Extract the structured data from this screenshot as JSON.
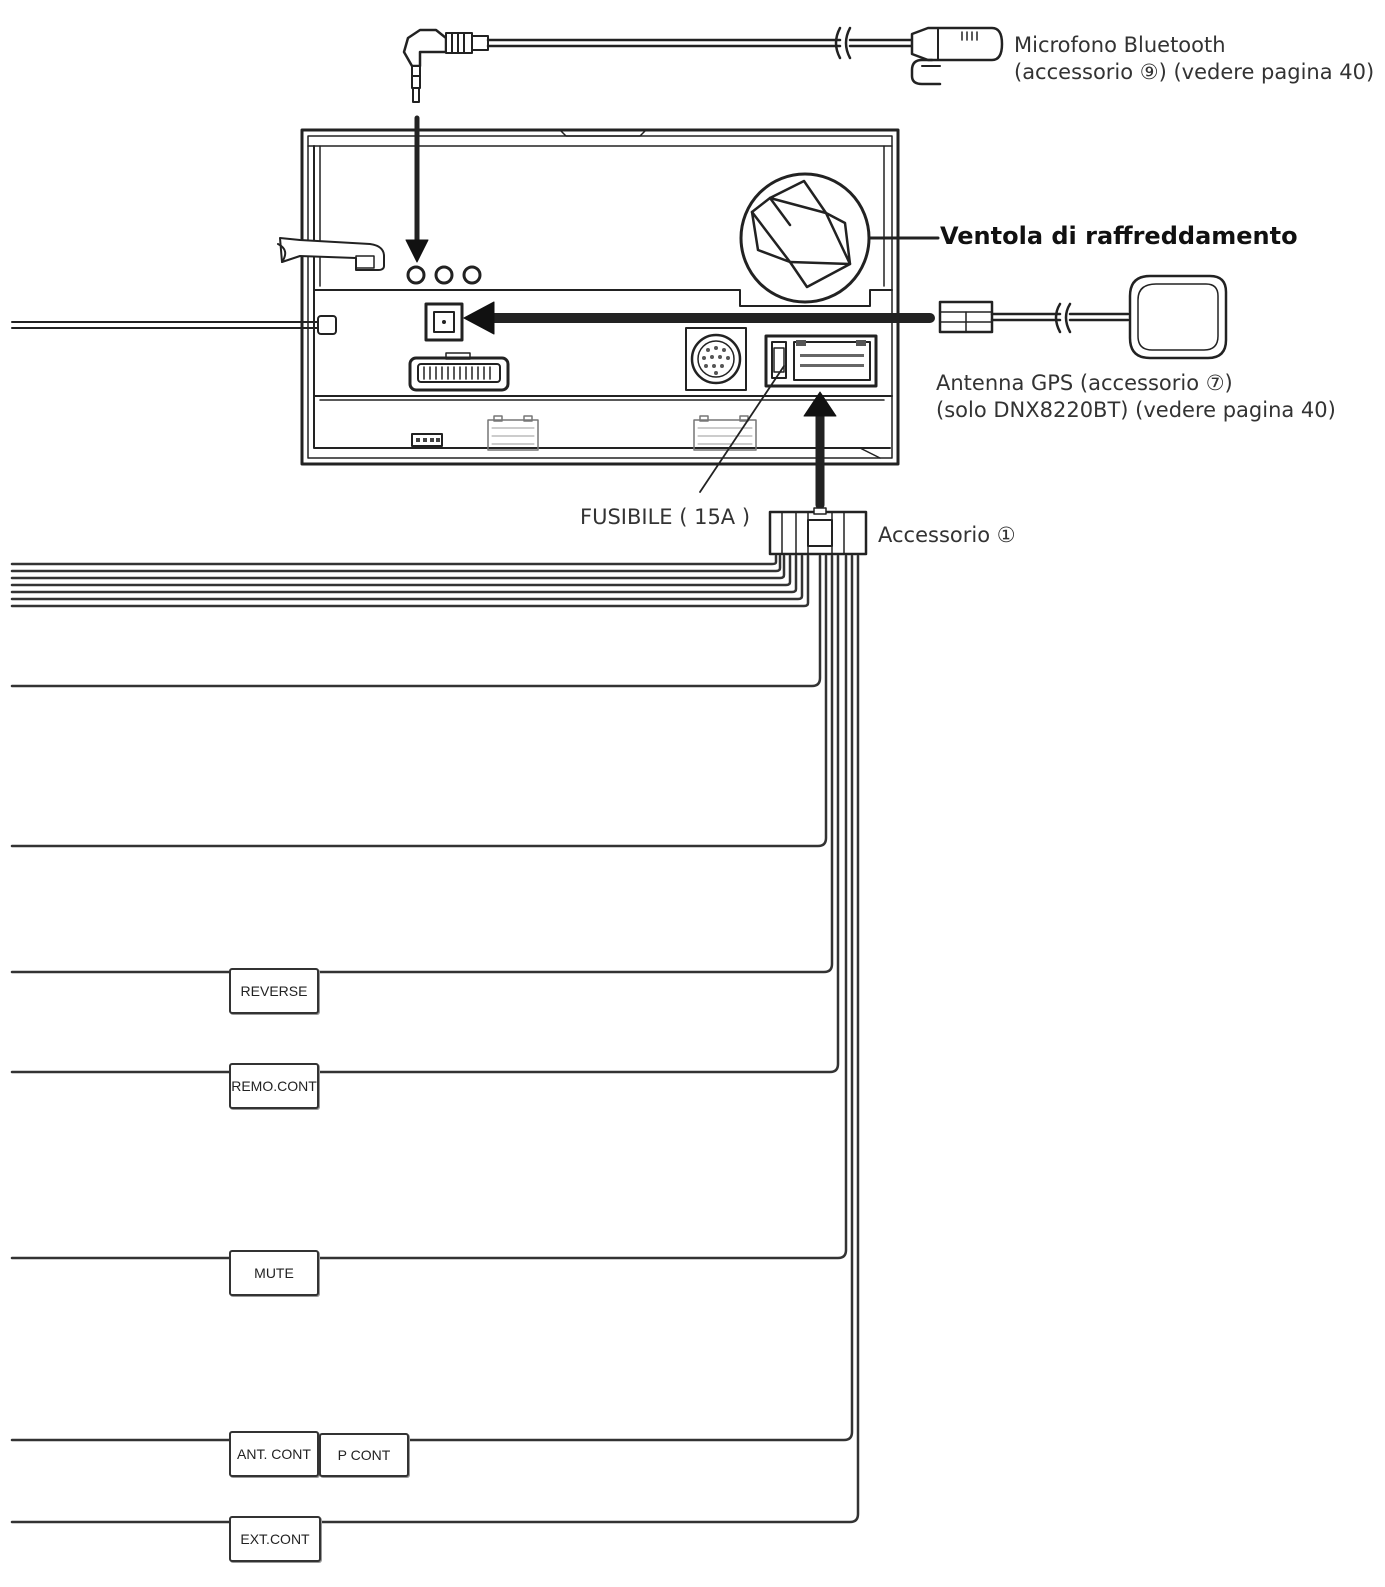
{
  "labels": {
    "mic_line1": "Microfono Bluetooth",
    "mic_line2": "(accessorio ⑨) (vedere pagina 40)",
    "fan": "Ventola di raffreddamento",
    "gps_line1": "Antenna GPS (accessorio ⑦)",
    "gps_line2": "(solo DNX8220BT) (vedere pagina 40)",
    "fuse": "FUSIBILE ( 15A )",
    "accessory": "Accessorio ①"
  },
  "wire_tags": {
    "reverse": "REVERSE",
    "remo_cont": "REMO.CONT",
    "mute": "MUTE",
    "ant_cont": "ANT. CONT",
    "p_cont": "P CONT",
    "ext_cont": "EXT.CONT"
  }
}
